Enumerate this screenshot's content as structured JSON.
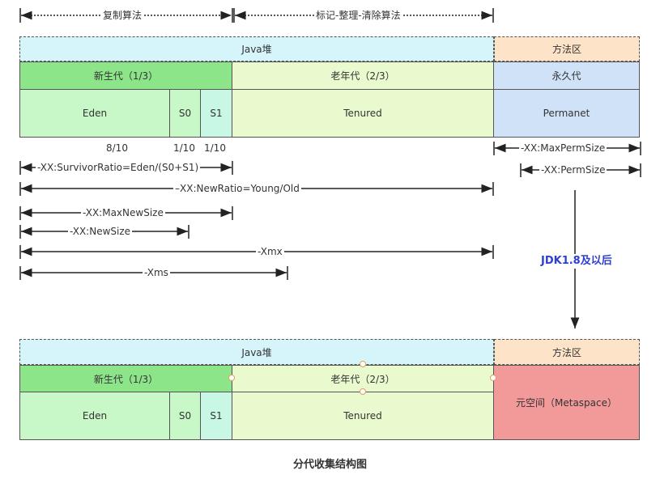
{
  "top_ranges": {
    "copy_algorithm": "复制算法",
    "mark_compact_sweep": "标记-整理-清除算法"
  },
  "before": {
    "java_heap": "Java堆",
    "method_area": "方法区",
    "young_gen": "新生代（1/3）",
    "old_gen": "老年代（2/3）",
    "perm_gen": "永久代",
    "eden": "Eden",
    "s0": "S0",
    "s1": "S1",
    "tenured": "Tenured",
    "permanet": "Permanet"
  },
  "ratios": {
    "eden": "8/10",
    "s0": "1/10",
    "s1": "1/10"
  },
  "params": {
    "max_perm_size": "-XX:MaxPermSize",
    "perm_size": "-XX:PermSize",
    "survivor_ratio": "-XX:SurvivorRatio=Eden/(S0+S1)",
    "new_ratio": "–XX:NewRatio=Young/Old",
    "max_new_size": "-XX:MaxNewSize",
    "new_size": "-XX:NewSize",
    "xmx": "-Xmx",
    "xms": "-Xms"
  },
  "transition": "JDK1.8及以后",
  "after": {
    "java_heap": "Java堆",
    "method_area": "方法区",
    "young_gen": "新生代（1/3）",
    "old_gen": "老年代（2/3）",
    "eden": "Eden",
    "s0": "S0",
    "s1": "S1",
    "tenured": "Tenured",
    "metaspace": "元空间（Metaspace）"
  },
  "caption": "分代收集结构图",
  "colors": {
    "heap": "#d5f5fb",
    "method_area": "#fde3c8",
    "young_header": "#8de58a",
    "young_cells": "#c8f7c8",
    "survivor": "#c8f7e6",
    "old": "#eafacf",
    "perm": "#cfe2f8",
    "metaspace": "#f29a9a",
    "transition_text": "#2f3fd0"
  }
}
